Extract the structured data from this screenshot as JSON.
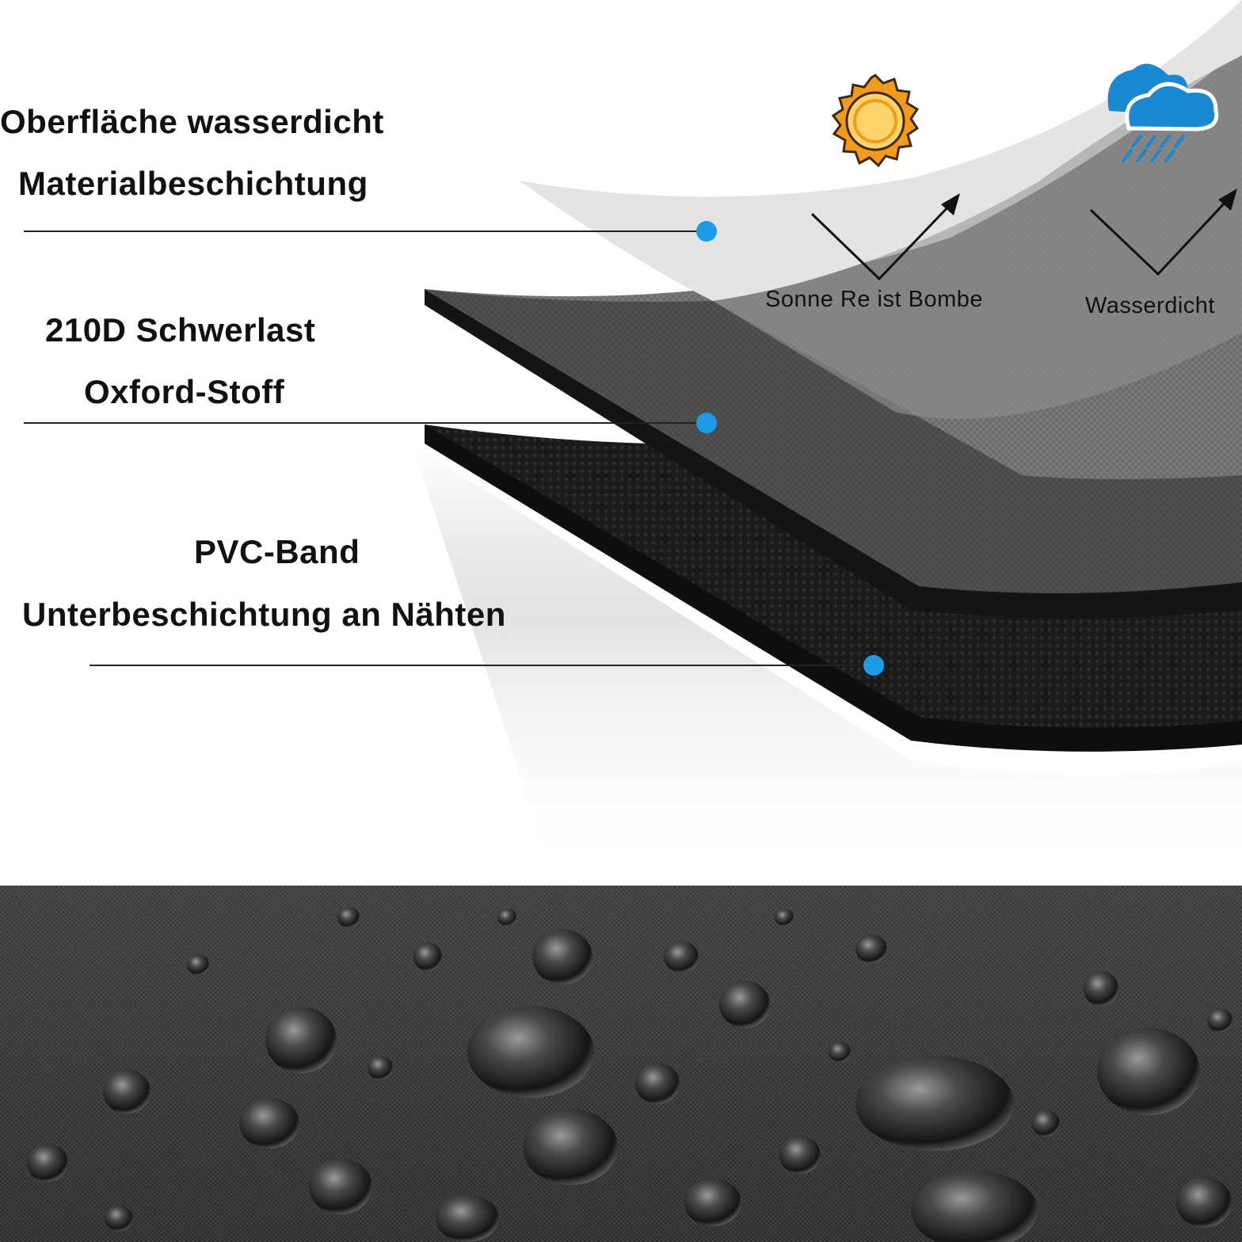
{
  "labels": {
    "top_line1": "Oberfläche wasserdicht",
    "top_line2": "Materialbeschichtung",
    "mid_line1": "210D Schwerlast",
    "mid_line2": "Oxford-Stoff",
    "bottom_line1": "PVC-Band",
    "bottom_line2": "Unterbeschichtung an Nähten"
  },
  "captions": {
    "sun": "Sonne Re ist Bombe",
    "rain": "Wasserdicht"
  },
  "icons": {
    "sun": "sun-icon",
    "rain": "rain-cloud-icon",
    "arrow": "reflect-arrow-icon"
  },
  "colors": {
    "marker_dot": "#1e9be6",
    "sun_outer": "#f29a1a",
    "sun_inner": "#fcd46a",
    "cloud_blue": "#1b88d2",
    "layer_top": "#e9e9e9",
    "layer_mid": "#5a5a5a",
    "layer_bottom": "#111111"
  }
}
